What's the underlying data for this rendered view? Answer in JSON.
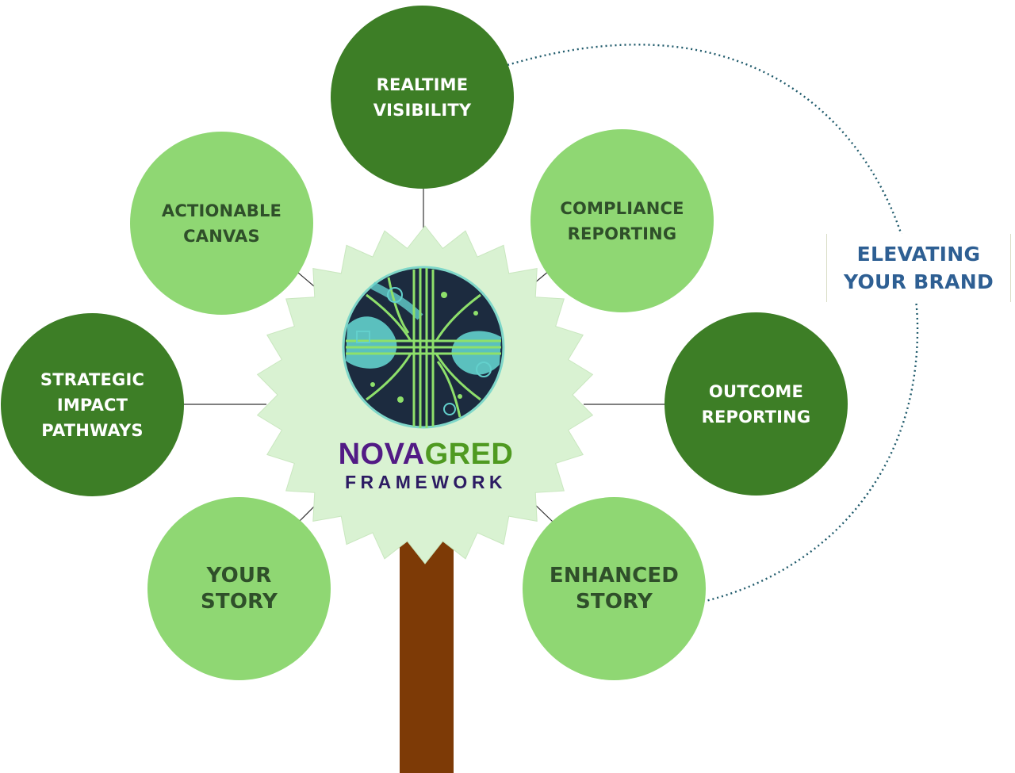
{
  "logo": {
    "name_part1": "NOVA",
    "name_part2": "GRED",
    "subtitle": "FRAMEWORK"
  },
  "nodes": {
    "realtime_visibility": "REALTIME\nVISIBILITY",
    "compliance_reporting": "COMPLIANCE\nREPORTING",
    "actionable_canvas": "ACTIONABLE\nCANVAS",
    "strategic_impact_pathways": "STRATEGIC\nIMPACT\nPATHWAYS",
    "outcome_reporting": "OUTCOME\nREPORTING",
    "your_story": "YOUR\nSTORY",
    "enhanced_story": "ENHANCED\nSTORY"
  },
  "callout": {
    "elevating_your_brand": "ELEVATING\nYOUR BRAND"
  },
  "colors": {
    "dark_green": "#3d7e26",
    "light_green": "#8fd773",
    "badge": "#d9f2d2",
    "trunk": "#7d3a06",
    "callout_text": "#2e5f93",
    "dotted_arc": "#1f5a6b"
  }
}
